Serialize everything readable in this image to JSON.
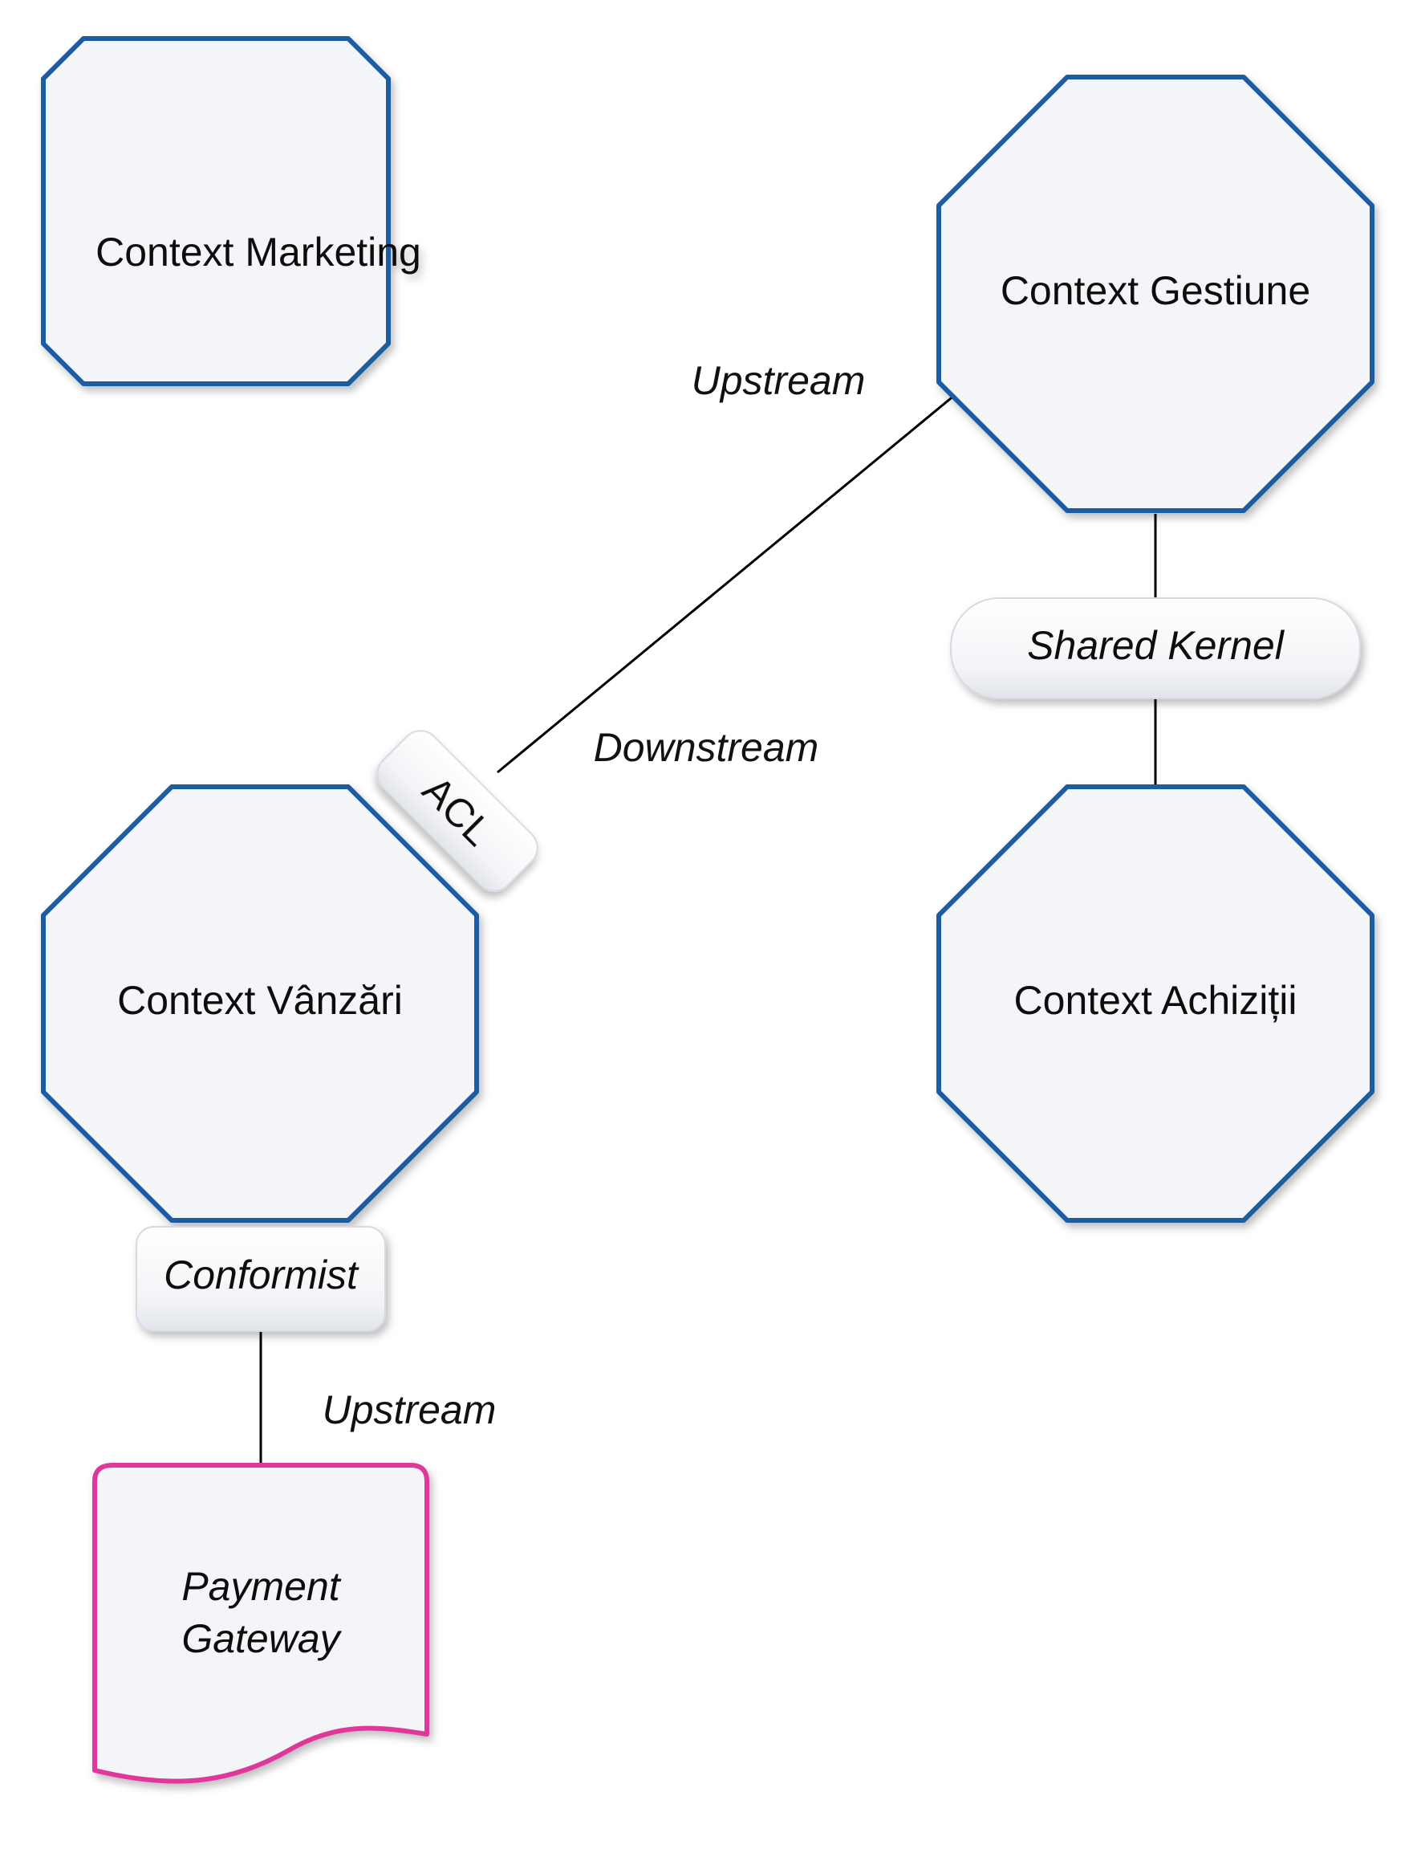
{
  "contexts": {
    "marketing": "Context Marketing",
    "gestiune": "Context Gestiune",
    "vanzari": "Context Vânzări",
    "achizitii": "Context Achiziții"
  },
  "relations": {
    "acl": "ACL",
    "shared_kernel": "Shared Kernel",
    "conformist": "Conformist",
    "upstream_top": "Upstream",
    "downstream": "Downstream",
    "upstream_bottom": "Upstream"
  },
  "external": {
    "payment_line1": "Payment",
    "payment_line2": "Gateway"
  },
  "colors": {
    "octagon_border": "#1f5ba3",
    "external_border": "#e0389a",
    "fill": "#f4f5f8",
    "line": "#000000"
  }
}
